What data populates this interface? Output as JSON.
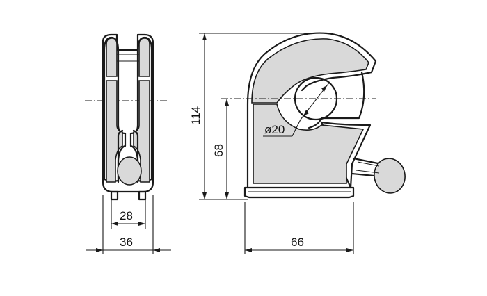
{
  "dimensions": {
    "left_inner_width": "28",
    "left_outer_width": "36",
    "total_height": "114",
    "hole_center_height": "68",
    "hole_diameter": "ø20",
    "base_width": "66"
  },
  "colors": {
    "ink": "#1a1a1a",
    "shade": "#d9d9d9",
    "background": "#ffffff"
  }
}
